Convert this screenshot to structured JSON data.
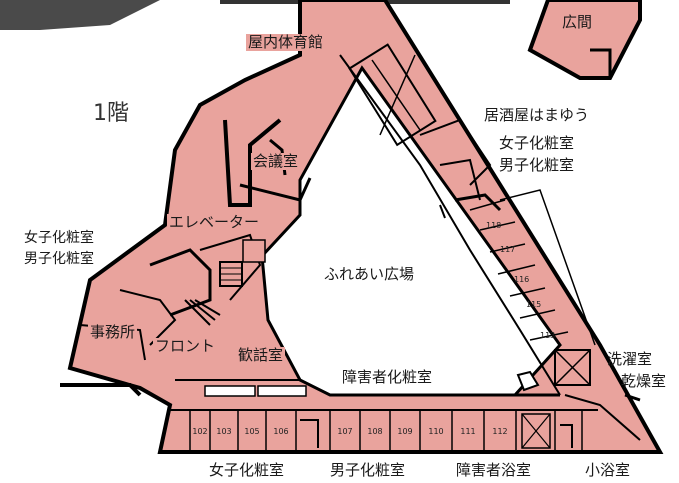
{
  "floor_label": "1階",
  "labels": {
    "indoor_gym": "屋内体育館",
    "hiroma": "広間",
    "izakaya": "居酒屋はまゆう",
    "womens_restroom_ne": "女子化粧室",
    "mens_restroom_ne": "男子化粧室",
    "meeting_room": "会議室",
    "elevator": "エレベーター",
    "womens_restroom_w": "女子化粧室",
    "mens_restroom_w": "男子化粧室",
    "plaza": "ふれあい広場",
    "office": "事務所",
    "front": "フロント",
    "lounge": "歓話室",
    "accessible_restroom": "障害者化粧室",
    "laundry": "洗濯室",
    "drying_room": "乾燥室",
    "womens_restroom_s": "女子化粧室",
    "mens_restroom_s": "男子化粧室",
    "accessible_bath": "障害者浴室",
    "small_bath": "小浴室"
  },
  "rooms_bottom": [
    "107",
    "108",
    "109",
    "110",
    "111",
    "112"
  ],
  "rooms_bottom_left": [
    "102",
    "103",
    "105",
    "106"
  ],
  "rooms_right": [
    "118",
    "117",
    "116",
    "115",
    "113"
  ],
  "colors": {
    "floor": "#e9a39d",
    "wall": "#000000"
  }
}
